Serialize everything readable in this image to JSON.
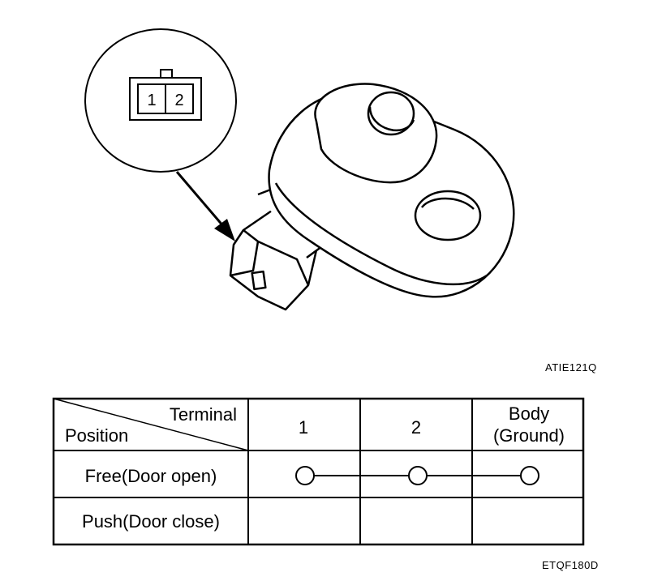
{
  "illustration": {
    "connector_pins": [
      "1",
      "2"
    ],
    "code": "ATIE121Q"
  },
  "table": {
    "corner_top": "Terminal",
    "corner_bottom": "Position",
    "columns": [
      "1",
      "2"
    ],
    "body_col_line1": "Body",
    "body_col_line2": "(Ground)",
    "rows": [
      {
        "label": "Free(Door open)",
        "continuity": true
      },
      {
        "label": "Push(Door close)",
        "continuity": false
      }
    ],
    "code": "ETQF180D"
  }
}
